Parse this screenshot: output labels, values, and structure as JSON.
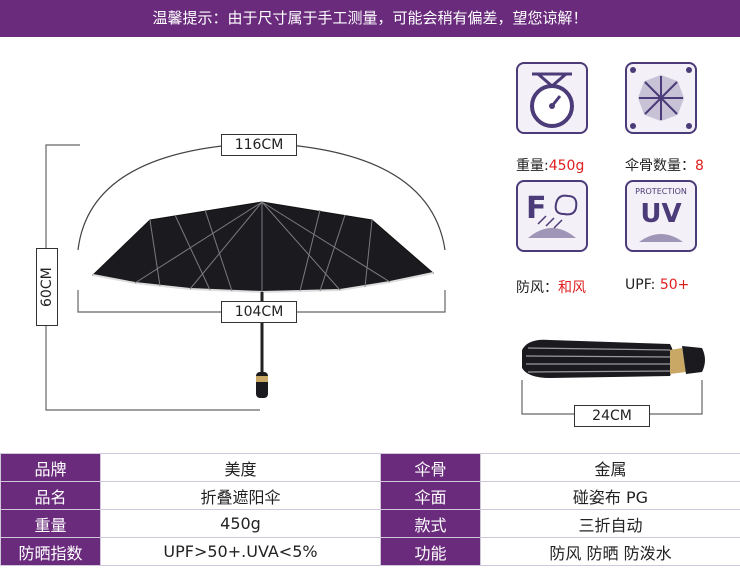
{
  "banner": {
    "text": "温馨提示：由于尺寸属于手工测量，可能会稍有偏差，望您谅解！"
  },
  "dimensions": {
    "width_open": "116CM",
    "canopy_width": "104CM",
    "height": "60CM",
    "folded_length": "24CM"
  },
  "specs_icons": [
    {
      "icon": "scale-icon",
      "label": "重量:",
      "value": "450g"
    },
    {
      "icon": "umbrella-ribs-icon",
      "label": "伞骨数量：",
      "value": "8"
    },
    {
      "icon": "windproof-icon",
      "label": "防风：",
      "value": "和风"
    },
    {
      "icon": "uv-protection-icon",
      "label": "UPF: ",
      "value": "50+"
    }
  ],
  "uv_badge": {
    "top": "PROTECTION",
    "main": "UV"
  },
  "colors": {
    "accent": "#6a2b7d",
    "highlight": "#e02020",
    "icon_border": "#4b3b78"
  },
  "table": {
    "rows": [
      {
        "k1": "品牌",
        "v1": "美度",
        "k2": "伞骨",
        "v2": "金属"
      },
      {
        "k1": "品名",
        "v1": "折叠遮阳伞",
        "k2": "伞面",
        "v2": "碰姿布 PG"
      },
      {
        "k1": "重量",
        "v1": "450g",
        "k2": "款式",
        "v2": "三折自动"
      },
      {
        "k1": "防晒指数",
        "v1": "UPF>50+.UVA<5%",
        "k2": "功能",
        "v2": "防风 防晒 防泼水"
      }
    ]
  }
}
